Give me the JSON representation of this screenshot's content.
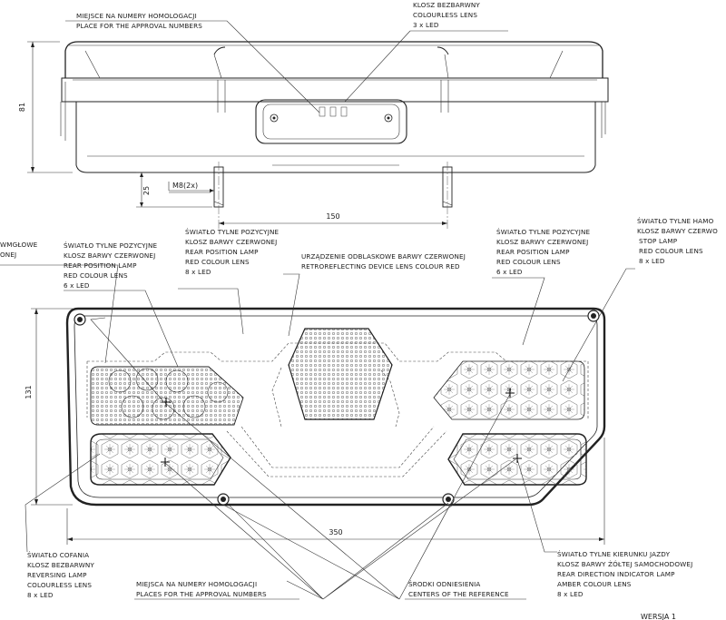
{
  "top_view": {
    "approval_label": [
      "MIEJSCE NA NUMERY HOMOLOGACJI",
      "PLACE FOR THE APPROVAL NUMBERS"
    ],
    "lens_label": [
      "KLOSZ BEZBARWNY",
      "COLOURLESS LENS",
      "3 x LED"
    ],
    "dim_height": "81",
    "dim_pin": "25",
    "dim_thread": "M8(2x)",
    "dim_spacing": "150"
  },
  "front_view": {
    "label_left_edge": [
      "WMGŁOWE",
      "ONEJ"
    ],
    "label_rear_left": [
      "ŚWIATŁO TYLNE POZYCYJNE",
      "KLOSZ BARWY CZERWONEJ",
      "REAR POSITION LAMP",
      "RED COLOUR LENS",
      "6 x LED"
    ],
    "label_rear_center": [
      "ŚWIATŁO TYLNE POZYCYJNE",
      "KLOSZ BARWY CZERWONEJ",
      "REAR POSITION LAMP",
      "RED COLOUR LENS",
      "8 x LED"
    ],
    "label_retro": [
      "URZĄDZENIE ODBLASKOWE BARWY CZERWONEJ",
      "RETROREFLECTING DEVICE LENS COLOUR RED"
    ],
    "label_rear_right": [
      "ŚWIATŁO TYLNE POZYCYJNE",
      "KLOSZ BARWY CZERWONEJ",
      "REAR POSITION LAMP",
      "RED COLOUR LENS",
      "6 x LED"
    ],
    "label_stop": [
      "ŚWIATŁO TYLNE  HAMO",
      "KLOSZ BARWY CZERWO",
      "STOP LAMP",
      "RED COLOUR LENS",
      "8 x LED"
    ],
    "label_reversing": [
      "ŚWIATŁO COFANIA",
      "KLOSZ BEZBARWNY",
      "REVERSING LAMP",
      "COLOURLESS LENS",
      "8 x LED"
    ],
    "label_places": [
      "MIEJSCA NA NUMERY HOMOLOGACJI",
      "PLACES FOR THE APPROVAL NUMBERS"
    ],
    "label_centers": [
      "ŚRODKI ODNIESIENIA",
      "CENTERS OF THE REFERENCE"
    ],
    "label_indicator": [
      "ŚWIATŁO TYLNE KIERUNKU JAZDY",
      "KLOSZ BARWY ŻÓŁTEJ SAMOCHODOWEJ",
      "REAR DIRECTION INDICATOR LAMP",
      "AMBER COLOUR LENS",
      "8 x LED"
    ],
    "dim_height": "131",
    "dim_width": "350"
  },
  "version_label": "WERSJA 1"
}
